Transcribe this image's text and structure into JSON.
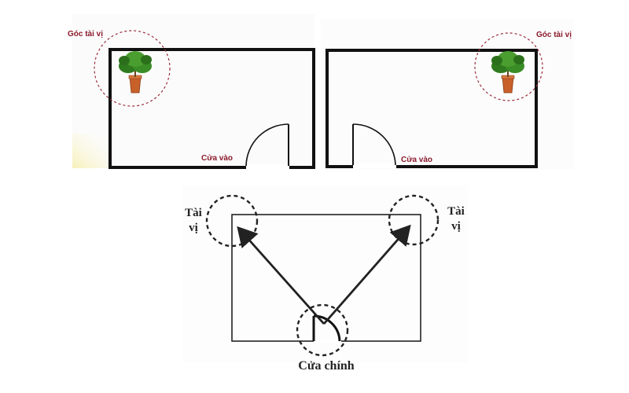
{
  "top_left_panel": {
    "corner_label": "Góc tài vị",
    "door_label": "Cửa vào"
  },
  "top_right_panel": {
    "corner_label": "Góc tài vị",
    "door_label": "Cửa vào"
  },
  "bottom_panel": {
    "left_corner_label_line1": "Tài",
    "left_corner_label_line2": "vị",
    "right_corner_label_line1": "Tài",
    "right_corner_label_line2": "vị",
    "door_label": "Cửa chính"
  },
  "colors": {
    "wall": "#111111",
    "corner_circle": "#9b2c3c",
    "label_red": "#8b1a2b",
    "bottom_line": "#222222",
    "tree_leaves": "#2f7a1f",
    "pot": "#c8602a"
  },
  "icons": [
    "potted-plant-icon",
    "door-swing-icon",
    "arrow-icon"
  ]
}
